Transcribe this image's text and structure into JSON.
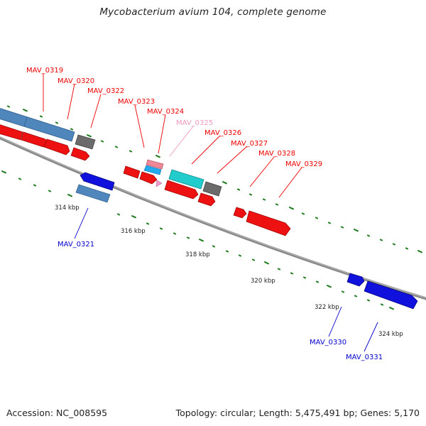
{
  "title": "Mycobacterium avium 104, complete genome",
  "footer": {
    "accession": "Accession: NC_008595",
    "summary": "Topology: circular; Length: 5,475,491 bp; Genes: 5,170"
  },
  "colors": {
    "forward_gene": "#ee1111",
    "reverse_gene": "#1111dd",
    "steelblue_gene": "#5588bb",
    "gray_gene": "#777777",
    "cyan_gene": "#22cccc",
    "pink_gene": "#ee8899",
    "skyblue_gene": "#22aaee",
    "backbone": "#888888",
    "tick": "#1a7a1a",
    "label_red": "#ee0000",
    "label_blue": "#0000cc",
    "label_pink": "#ee99bb"
  },
  "scale_labels": [
    "314 kbp",
    "316 kbp",
    "318 kbp",
    "320 kbp",
    "322 kbp",
    "324 kbp"
  ],
  "gene_labels": [
    {
      "text": "MAV_0319",
      "color": "red"
    },
    {
      "text": "MAV_0320",
      "color": "red"
    },
    {
      "text": "MAV_0322",
      "color": "red"
    },
    {
      "text": "MAV_0323",
      "color": "red"
    },
    {
      "text": "MAV_0324",
      "color": "red"
    },
    {
      "text": "MAV_0325",
      "color": "pink"
    },
    {
      "text": "MAV_0326",
      "color": "red"
    },
    {
      "text": "MAV_0327",
      "color": "red"
    },
    {
      "text": "MAV_0328",
      "color": "red"
    },
    {
      "text": "MAV_0329",
      "color": "red"
    },
    {
      "text": "MAV_0321",
      "color": "blue"
    },
    {
      "text": "MAV_0330",
      "color": "blue"
    },
    {
      "text": "MAV_0331",
      "color": "blue"
    }
  ]
}
